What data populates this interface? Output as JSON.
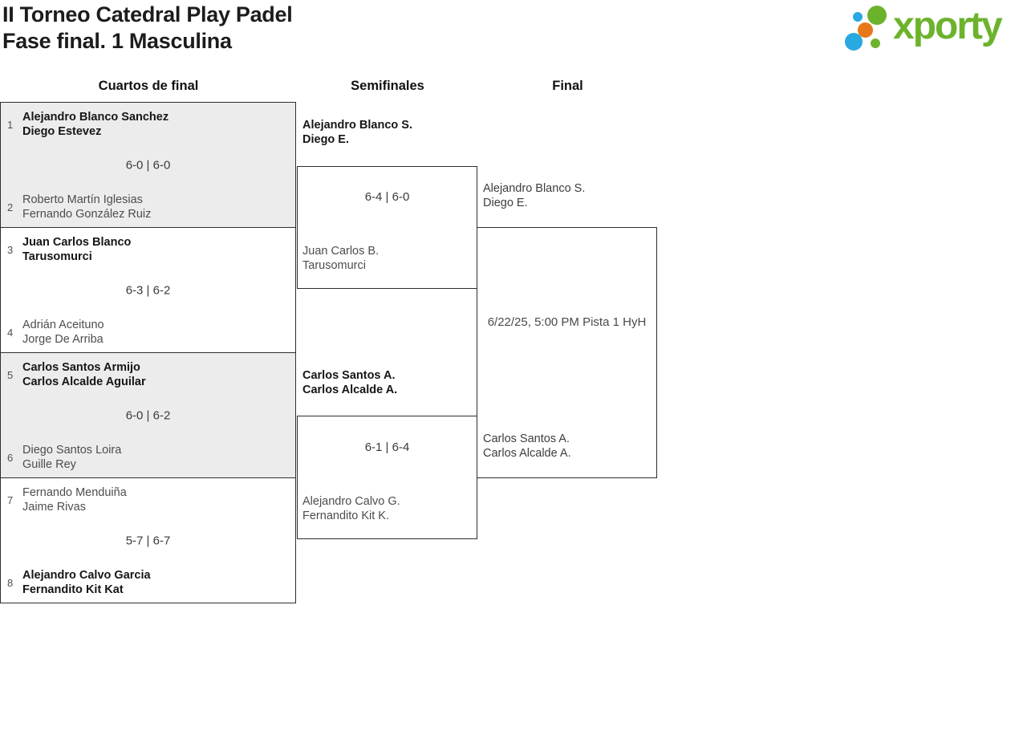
{
  "header": {
    "title_line1": "II Torneo Catedral Play Padel",
    "title_line2": "Fase final. 1 Masculina",
    "logo": {
      "text": "xporty",
      "green": "#6cb32c",
      "blue": "#29a9e1",
      "orange": "#e87817"
    }
  },
  "columns": {
    "quarterfinals": "Cuartos de final",
    "semifinals": "Semifinales",
    "final": "Final"
  },
  "quarterfinals": [
    {
      "score": "6-0 | 6-0",
      "top": {
        "seed": "1",
        "players": [
          "Alejandro Blanco Sanchez",
          "Diego Estevez"
        ],
        "winner": true
      },
      "bottom": {
        "seed": "2",
        "players": [
          "Roberto Martín Iglesias",
          "Fernando González Ruiz"
        ],
        "winner": false
      }
    },
    {
      "score": "6-3 | 6-2",
      "top": {
        "seed": "3",
        "players": [
          "Juan Carlos Blanco",
          "Tarusomurci"
        ],
        "winner": true
      },
      "bottom": {
        "seed": "4",
        "players": [
          "Adrián Aceituno",
          "Jorge De Arriba"
        ],
        "winner": false
      }
    },
    {
      "score": "6-0 | 6-2",
      "top": {
        "seed": "5",
        "players": [
          "Carlos Santos Armijo",
          "Carlos Alcalde Aguilar"
        ],
        "winner": true
      },
      "bottom": {
        "seed": "6",
        "players": [
          "Diego Santos Loira",
          "Guille Rey"
        ],
        "winner": false
      }
    },
    {
      "score": "5-7 | 6-7",
      "top": {
        "seed": "7",
        "players": [
          "Fernando Menduiña",
          "Jaime Rivas"
        ],
        "winner": false
      },
      "bottom": {
        "seed": "8",
        "players": [
          "Alejandro Calvo Garcia",
          "Fernandito Kit Kat"
        ],
        "winner": true
      }
    }
  ],
  "semifinals": [
    {
      "score": "6-4 | 6-0",
      "top": {
        "players": [
          "Alejandro Blanco S.",
          "Diego E."
        ],
        "winner": true
      },
      "bottom": {
        "players": [
          "Juan Carlos B.",
          "Tarusomurci"
        ],
        "winner": false
      }
    },
    {
      "score": "6-1 | 6-4",
      "top": {
        "players": [
          "Carlos Santos A.",
          "Carlos Alcalde A."
        ],
        "winner": true
      },
      "bottom": {
        "players": [
          "Alejandro Calvo G.",
          "Fernandito Kit K."
        ],
        "winner": false
      }
    }
  ],
  "final": {
    "schedule": "6/22/25, 5:00 PM Pista 1 HyH",
    "top": {
      "players": [
        "Alejandro Blanco S.",
        "Diego E."
      ]
    },
    "bottom": {
      "players": [
        "Carlos Santos A.",
        "Carlos Alcalde A."
      ]
    }
  }
}
